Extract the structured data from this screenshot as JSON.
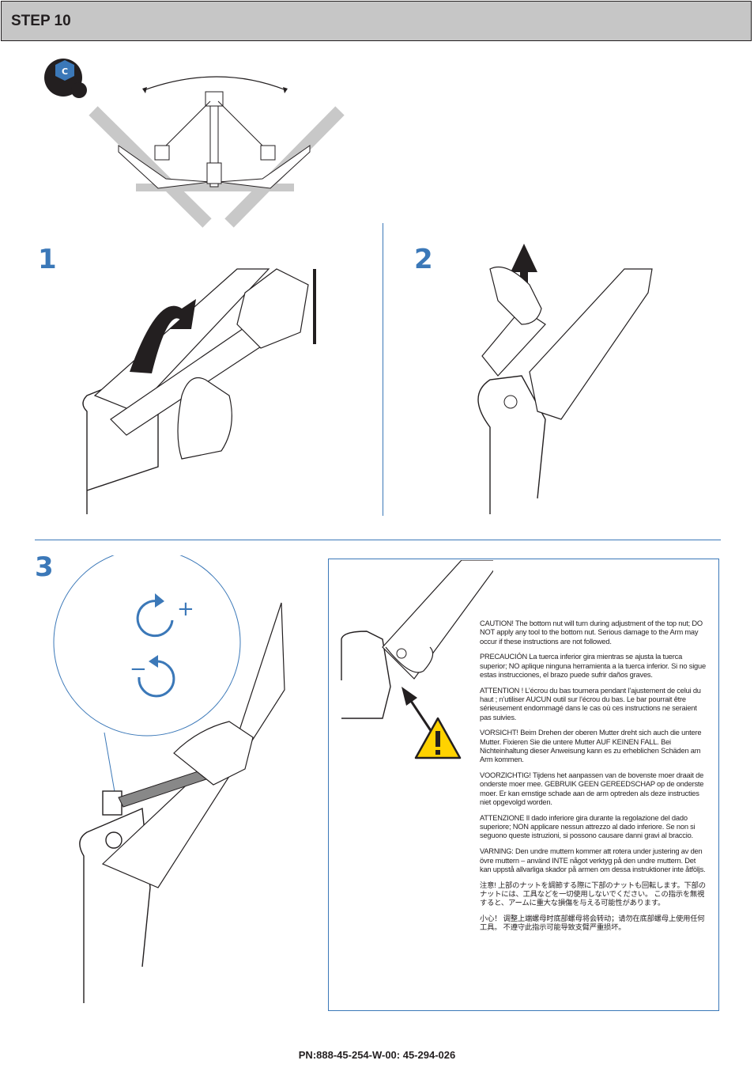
{
  "header": {
    "step_title": "STEP 10"
  },
  "panels": [
    {
      "number": "1"
    },
    {
      "number": "2"
    },
    {
      "number": "3"
    }
  ],
  "tool_badge": {
    "letter": "C"
  },
  "rotation_legend": {
    "tighten_symbol": "+",
    "loosen_symbol": "−"
  },
  "caution": {
    "paragraphs": [
      "CAUTION! The bottom nut will turn during adjustment of the top nut; DO NOT apply any tool to the bottom nut. Serious damage to the Arm may occur if these instructions are not followed.",
      "PRECAUCIÓN La tuerca inferior gira mientras se ajusta la tuerca superior; NO aplique ninguna herramienta a la tuerca inferior. Si no sigue estas instrucciones, el brazo puede sufrir daños graves.",
      "ATTENTION ! L’écrou du bas tournera pendant l’ajustement de celui du haut ; n’utiliser AUCUN outil sur l’écrou du bas. Le bar pourrait être sérieusement endommagé dans le cas où ces instructions ne seraient pas suivies.",
      "VORSICHT! Beim Drehen der oberen Mutter dreht sich auch die untere Mutter. Fixieren Sie die untere Mutter AUF KEINEN FALL. Bei Nichteinhaltung dieser Anweisung kann es zu erheblichen Schäden am Arm kommen.",
      "VOORZICHTIG! Tijdens het aanpassen van de bovenste moer draait de onderste moer mee. GEBRUIK GEEN GEREEDSCHAP op de onderste moer. Er kan ernstige schade aan de arm optreden als deze instructies niet opgevolgd worden.",
      "ATTENZIONE Il dado inferiore gira durante la regolazione del dado superiore; NON applicare nessun attrezzo al dado inferiore. Se non si seguono queste istruzioni, si possono causare danni gravi al braccio.",
      "VARNING: Den undre muttern kommer att rotera under justering av den övre muttern – använd INTE något verktyg på den undre muttern. Det kan uppstå allvarliga skador på armen om dessa instruktioner inte åtföljs.",
      "注意! 上部のナットを調節する際に下部のナットも回転します。下部のナットには、工具などを一切使用しないでください。 この指示を無視すると、アームに重大な損傷を与える可能性があります。",
      "小心！ 调整上端螺母时底部螺母将会转动；请勿在底部螺母上使用任何工具。 不遵守此指示可能导致支臂严重损坏。"
    ]
  },
  "footer": {
    "part_number": "PN:888-45-254-W-00: 45-294-026"
  },
  "colors": {
    "header_bg": "#c6c6c6",
    "accent_blue": "#3b78b8",
    "warning_yellow": "#ffd200"
  }
}
